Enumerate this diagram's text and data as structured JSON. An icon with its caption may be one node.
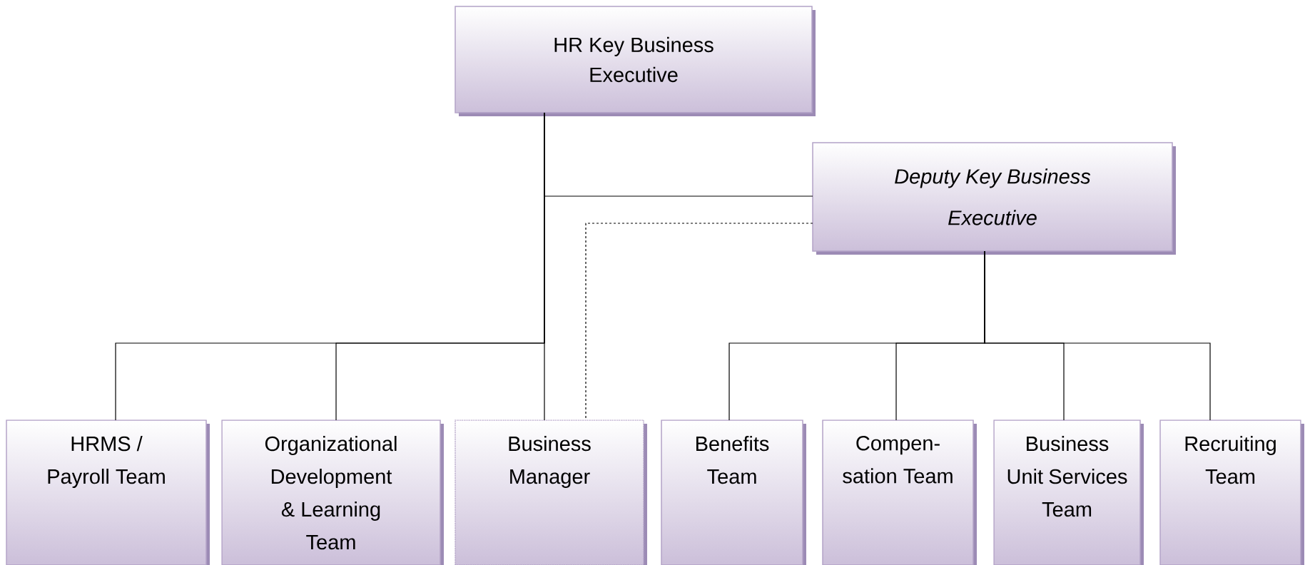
{
  "diagram": {
    "nodes": [
      {
        "text": [
          "HR Key Business Executive"
        ]
      },
      {
        "text": [
          "Deputy Key Business Executive"
        ]
      },
      {
        "text": [
          "HRMS / Payroll Team"
        ]
      },
      {
        "text": [
          "Organizational Development & Learning Team"
        ]
      },
      {
        "text": [
          "Business Manager"
        ]
      },
      {
        "text": [
          "Benefits Team"
        ]
      },
      {
        "text": [
          "Compen-sation Team"
        ]
      },
      {
        "text": [
          "Business Unit Services Team"
        ]
      },
      {
        "text": [
          "Recruiting Team"
        ]
      }
    ],
    "edges": [
      {
        "from": 0,
        "to": 1,
        "arrow": "none"
      },
      {
        "from": 0,
        "to": 2,
        "arrow": "none"
      },
      {
        "from": 0,
        "to": 3,
        "arrow": "none"
      },
      {
        "from": 0,
        "to": 4,
        "arrow": "none"
      },
      {
        "from": 1,
        "to": 4,
        "arrow": "none",
        "style": "dashed"
      },
      {
        "from": 1,
        "to": 5,
        "arrow": "none"
      },
      {
        "from": 1,
        "to": 6,
        "arrow": "none"
      },
      {
        "from": 1,
        "to": 7,
        "arrow": "none"
      },
      {
        "from": 1,
        "to": 8,
        "arrow": "none"
      }
    ]
  }
}
